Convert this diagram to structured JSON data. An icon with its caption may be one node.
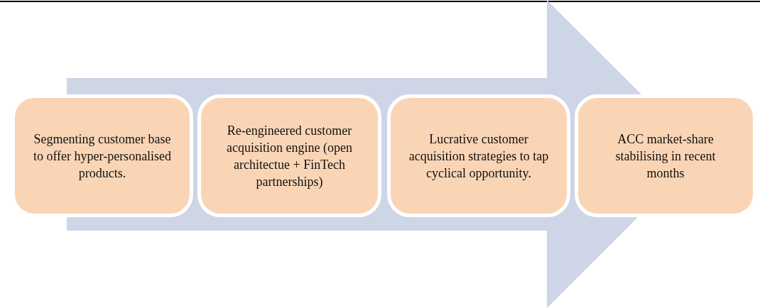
{
  "diagram": {
    "nodes": [
      {
        "text": [
          "Segmenting customer base to offer hyper-personalised products."
        ]
      },
      {
        "text": [
          "Re-engineered customer acquisition engine (open architectue + FinTech partnerships)"
        ]
      },
      {
        "text": [
          "Lucrative customer acquisition strategies to tap cyclical opportunity."
        ]
      },
      {
        "text": [
          "ACC market-share stabilising in recent months"
        ]
      }
    ],
    "edges": [
      {
        "from": 0,
        "to": 3,
        "arrow": "to"
      }
    ]
  }
}
